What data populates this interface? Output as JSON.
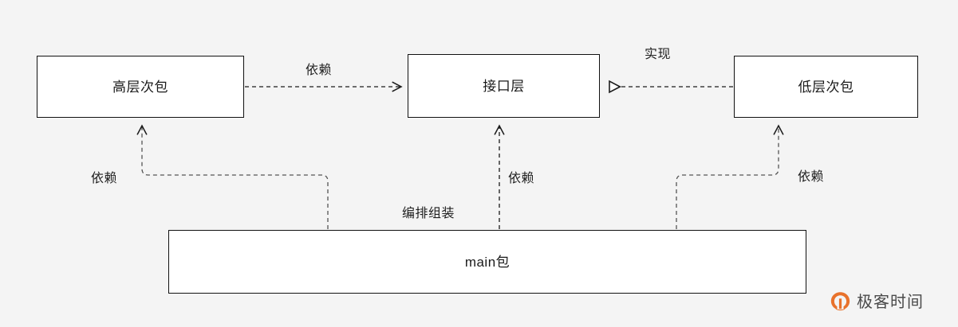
{
  "diagram": {
    "background_color": "#f4f4f4",
    "node_fill": "#ffffff",
    "node_stroke": "#111111",
    "nodes": [
      {
        "id": "high",
        "label": "高层次包"
      },
      {
        "id": "iface",
        "label": "接口层"
      },
      {
        "id": "low",
        "label": "低层次包"
      },
      {
        "id": "main",
        "label": "main包"
      }
    ],
    "edges": [
      {
        "id": "dep-top",
        "label": "依赖",
        "from": "high",
        "to": "iface",
        "style": "dashed",
        "arrow": "open"
      },
      {
        "id": "impl",
        "label": "实现",
        "from": "low",
        "to": "iface",
        "style": "dashed",
        "arrow": "hollow-triangle"
      },
      {
        "id": "dep-left",
        "label": "依赖",
        "from": "main",
        "to": "high",
        "style": "dashed",
        "arrow": "open"
      },
      {
        "id": "dep-mid",
        "label": "依赖",
        "from": "main",
        "to": "iface",
        "style": "dashed",
        "arrow": "open"
      },
      {
        "id": "dep-right",
        "label": "依赖",
        "from": "main",
        "to": "low",
        "style": "dashed",
        "arrow": "open"
      },
      {
        "id": "assemble",
        "label": "编排组装",
        "from": "main",
        "to": "main",
        "style": "none",
        "arrow": "none"
      }
    ]
  },
  "watermark": {
    "text": "极客时间",
    "icon": "geektime-logo-icon",
    "brand_color": "#e8722c",
    "text_color": "#4a4a4a"
  }
}
